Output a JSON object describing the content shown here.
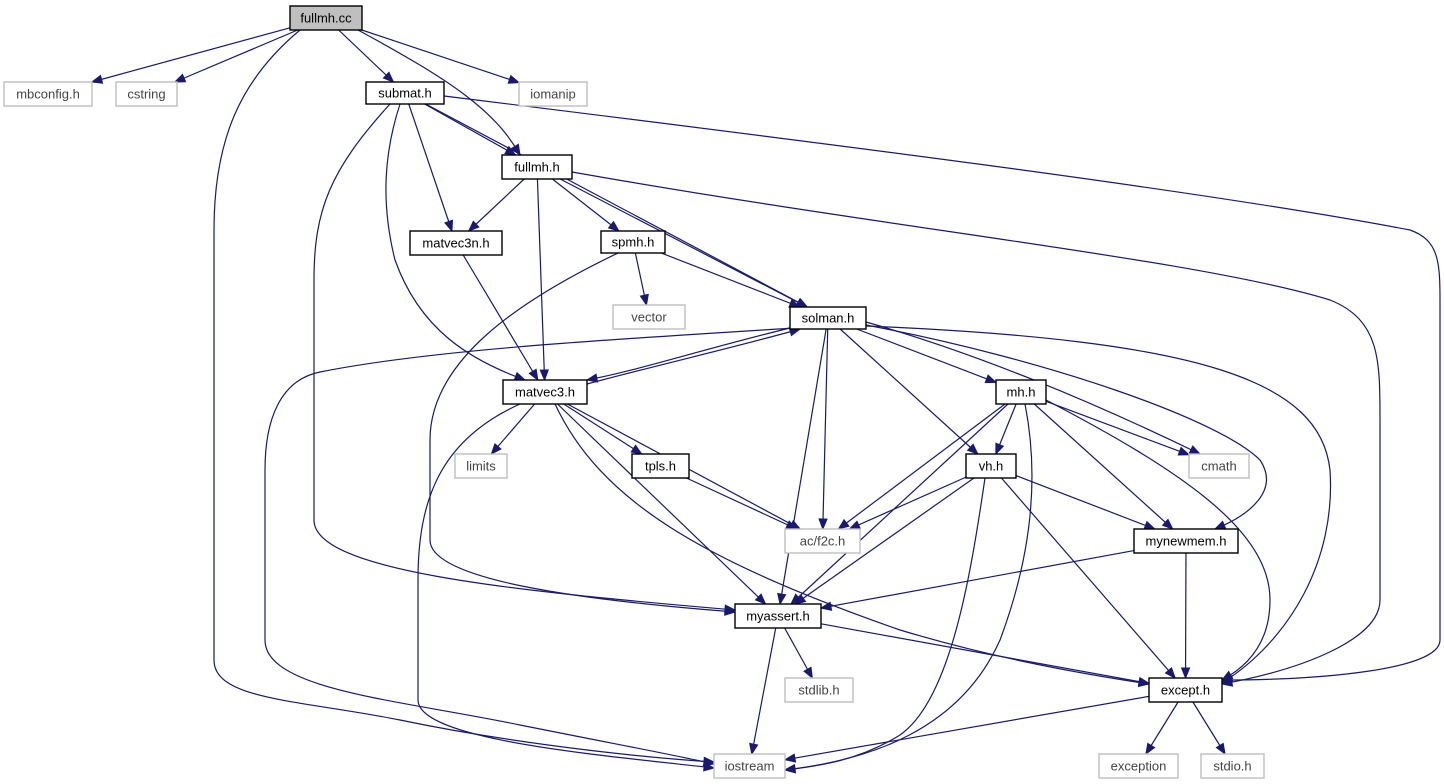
{
  "diagram": {
    "edge_color": "#191970",
    "nodes": [
      {
        "id": "fullmh_cc",
        "label": "fullmh.cc",
        "kind": "root"
      },
      {
        "id": "mbconfig_h",
        "label": "mbconfig.h",
        "kind": "external"
      },
      {
        "id": "cstring",
        "label": "cstring",
        "kind": "external"
      },
      {
        "id": "submat_h",
        "label": "submat.h",
        "kind": "normal"
      },
      {
        "id": "iomanip",
        "label": "iomanip",
        "kind": "external"
      },
      {
        "id": "fullmh_h",
        "label": "fullmh.h",
        "kind": "normal"
      },
      {
        "id": "matvec3n_h",
        "label": "matvec3n.h",
        "kind": "normal"
      },
      {
        "id": "spmh_h",
        "label": "spmh.h",
        "kind": "normal"
      },
      {
        "id": "vector",
        "label": "vector",
        "kind": "external"
      },
      {
        "id": "solman_h",
        "label": "solman.h",
        "kind": "normal"
      },
      {
        "id": "matvec3_h",
        "label": "matvec3.h",
        "kind": "normal"
      },
      {
        "id": "mh_h",
        "label": "mh.h",
        "kind": "normal"
      },
      {
        "id": "limits",
        "label": "limits",
        "kind": "external"
      },
      {
        "id": "tpls_h",
        "label": "tpls.h",
        "kind": "normal"
      },
      {
        "id": "vh_h",
        "label": "vh.h",
        "kind": "normal"
      },
      {
        "id": "cmath",
        "label": "cmath",
        "kind": "external"
      },
      {
        "id": "ac_f2c_h",
        "label": "ac/f2c.h",
        "kind": "external"
      },
      {
        "id": "mynewmem_h",
        "label": "mynewmem.h",
        "kind": "normal"
      },
      {
        "id": "myassert_h",
        "label": "myassert.h",
        "kind": "normal"
      },
      {
        "id": "stdlib_h",
        "label": "stdlib.h",
        "kind": "external"
      },
      {
        "id": "except_h",
        "label": "except.h",
        "kind": "normal"
      },
      {
        "id": "iostream",
        "label": "iostream",
        "kind": "external"
      },
      {
        "id": "exception",
        "label": "exception",
        "kind": "external"
      },
      {
        "id": "stdio_h",
        "label": "stdio.h",
        "kind": "external"
      }
    ],
    "edges": [
      {
        "from": "fullmh_cc",
        "to": "mbconfig_h"
      },
      {
        "from": "fullmh_cc",
        "to": "cstring"
      },
      {
        "from": "fullmh_cc",
        "to": "submat_h"
      },
      {
        "from": "fullmh_cc",
        "to": "fullmh_h"
      },
      {
        "from": "fullmh_cc",
        "to": "iomanip"
      },
      {
        "from": "fullmh_cc",
        "to": "iostream"
      },
      {
        "from": "submat_h",
        "to": "fullmh_h"
      },
      {
        "from": "submat_h",
        "to": "matvec3n_h"
      },
      {
        "from": "submat_h",
        "to": "matvec3_h"
      },
      {
        "from": "submat_h",
        "to": "solman_h"
      },
      {
        "from": "submat_h",
        "to": "myassert_h"
      },
      {
        "from": "submat_h",
        "to": "except_h"
      },
      {
        "from": "fullmh_h",
        "to": "matvec3n_h"
      },
      {
        "from": "fullmh_h",
        "to": "spmh_h"
      },
      {
        "from": "fullmh_h",
        "to": "solman_h"
      },
      {
        "from": "fullmh_h",
        "to": "matvec3_h"
      },
      {
        "from": "fullmh_h",
        "to": "except_h"
      },
      {
        "from": "matvec3n_h",
        "to": "matvec3_h"
      },
      {
        "from": "spmh_h",
        "to": "vector"
      },
      {
        "from": "spmh_h",
        "to": "solman_h"
      },
      {
        "from": "spmh_h",
        "to": "myassert_h"
      },
      {
        "from": "solman_h",
        "to": "matvec3_h"
      },
      {
        "from": "solman_h",
        "to": "mh_h"
      },
      {
        "from": "solman_h",
        "to": "vh_h"
      },
      {
        "from": "solman_h",
        "to": "ac_f2c_h"
      },
      {
        "from": "solman_h",
        "to": "myassert_h"
      },
      {
        "from": "solman_h",
        "to": "cmath"
      },
      {
        "from": "solman_h",
        "to": "mynewmem_h"
      },
      {
        "from": "solman_h",
        "to": "except_h"
      },
      {
        "from": "solman_h",
        "to": "iostream"
      },
      {
        "from": "matvec3_h",
        "to": "solman_h"
      },
      {
        "from": "matvec3_h",
        "to": "limits"
      },
      {
        "from": "matvec3_h",
        "to": "tpls_h"
      },
      {
        "from": "matvec3_h",
        "to": "ac_f2c_h"
      },
      {
        "from": "matvec3_h",
        "to": "myassert_h"
      },
      {
        "from": "matvec3_h",
        "to": "except_h"
      },
      {
        "from": "matvec3_h",
        "to": "iostream"
      },
      {
        "from": "tpls_h",
        "to": "ac_f2c_h"
      },
      {
        "from": "mh_h",
        "to": "vh_h"
      },
      {
        "from": "mh_h",
        "to": "cmath"
      },
      {
        "from": "mh_h",
        "to": "ac_f2c_h"
      },
      {
        "from": "mh_h",
        "to": "mynewmem_h"
      },
      {
        "from": "mh_h",
        "to": "myassert_h"
      },
      {
        "from": "mh_h",
        "to": "except_h"
      },
      {
        "from": "mh_h",
        "to": "iostream"
      },
      {
        "from": "vh_h",
        "to": "ac_f2c_h"
      },
      {
        "from": "vh_h",
        "to": "mynewmem_h"
      },
      {
        "from": "vh_h",
        "to": "myassert_h"
      },
      {
        "from": "vh_h",
        "to": "except_h"
      },
      {
        "from": "vh_h",
        "to": "iostream"
      },
      {
        "from": "mynewmem_h",
        "to": "myassert_h"
      },
      {
        "from": "mynewmem_h",
        "to": "except_h"
      },
      {
        "from": "myassert_h",
        "to": "stdlib_h"
      },
      {
        "from": "myassert_h",
        "to": "except_h"
      },
      {
        "from": "myassert_h",
        "to": "iostream"
      },
      {
        "from": "except_h",
        "to": "exception"
      },
      {
        "from": "except_h",
        "to": "stdio_h"
      },
      {
        "from": "except_h",
        "to": "iostream"
      }
    ]
  }
}
